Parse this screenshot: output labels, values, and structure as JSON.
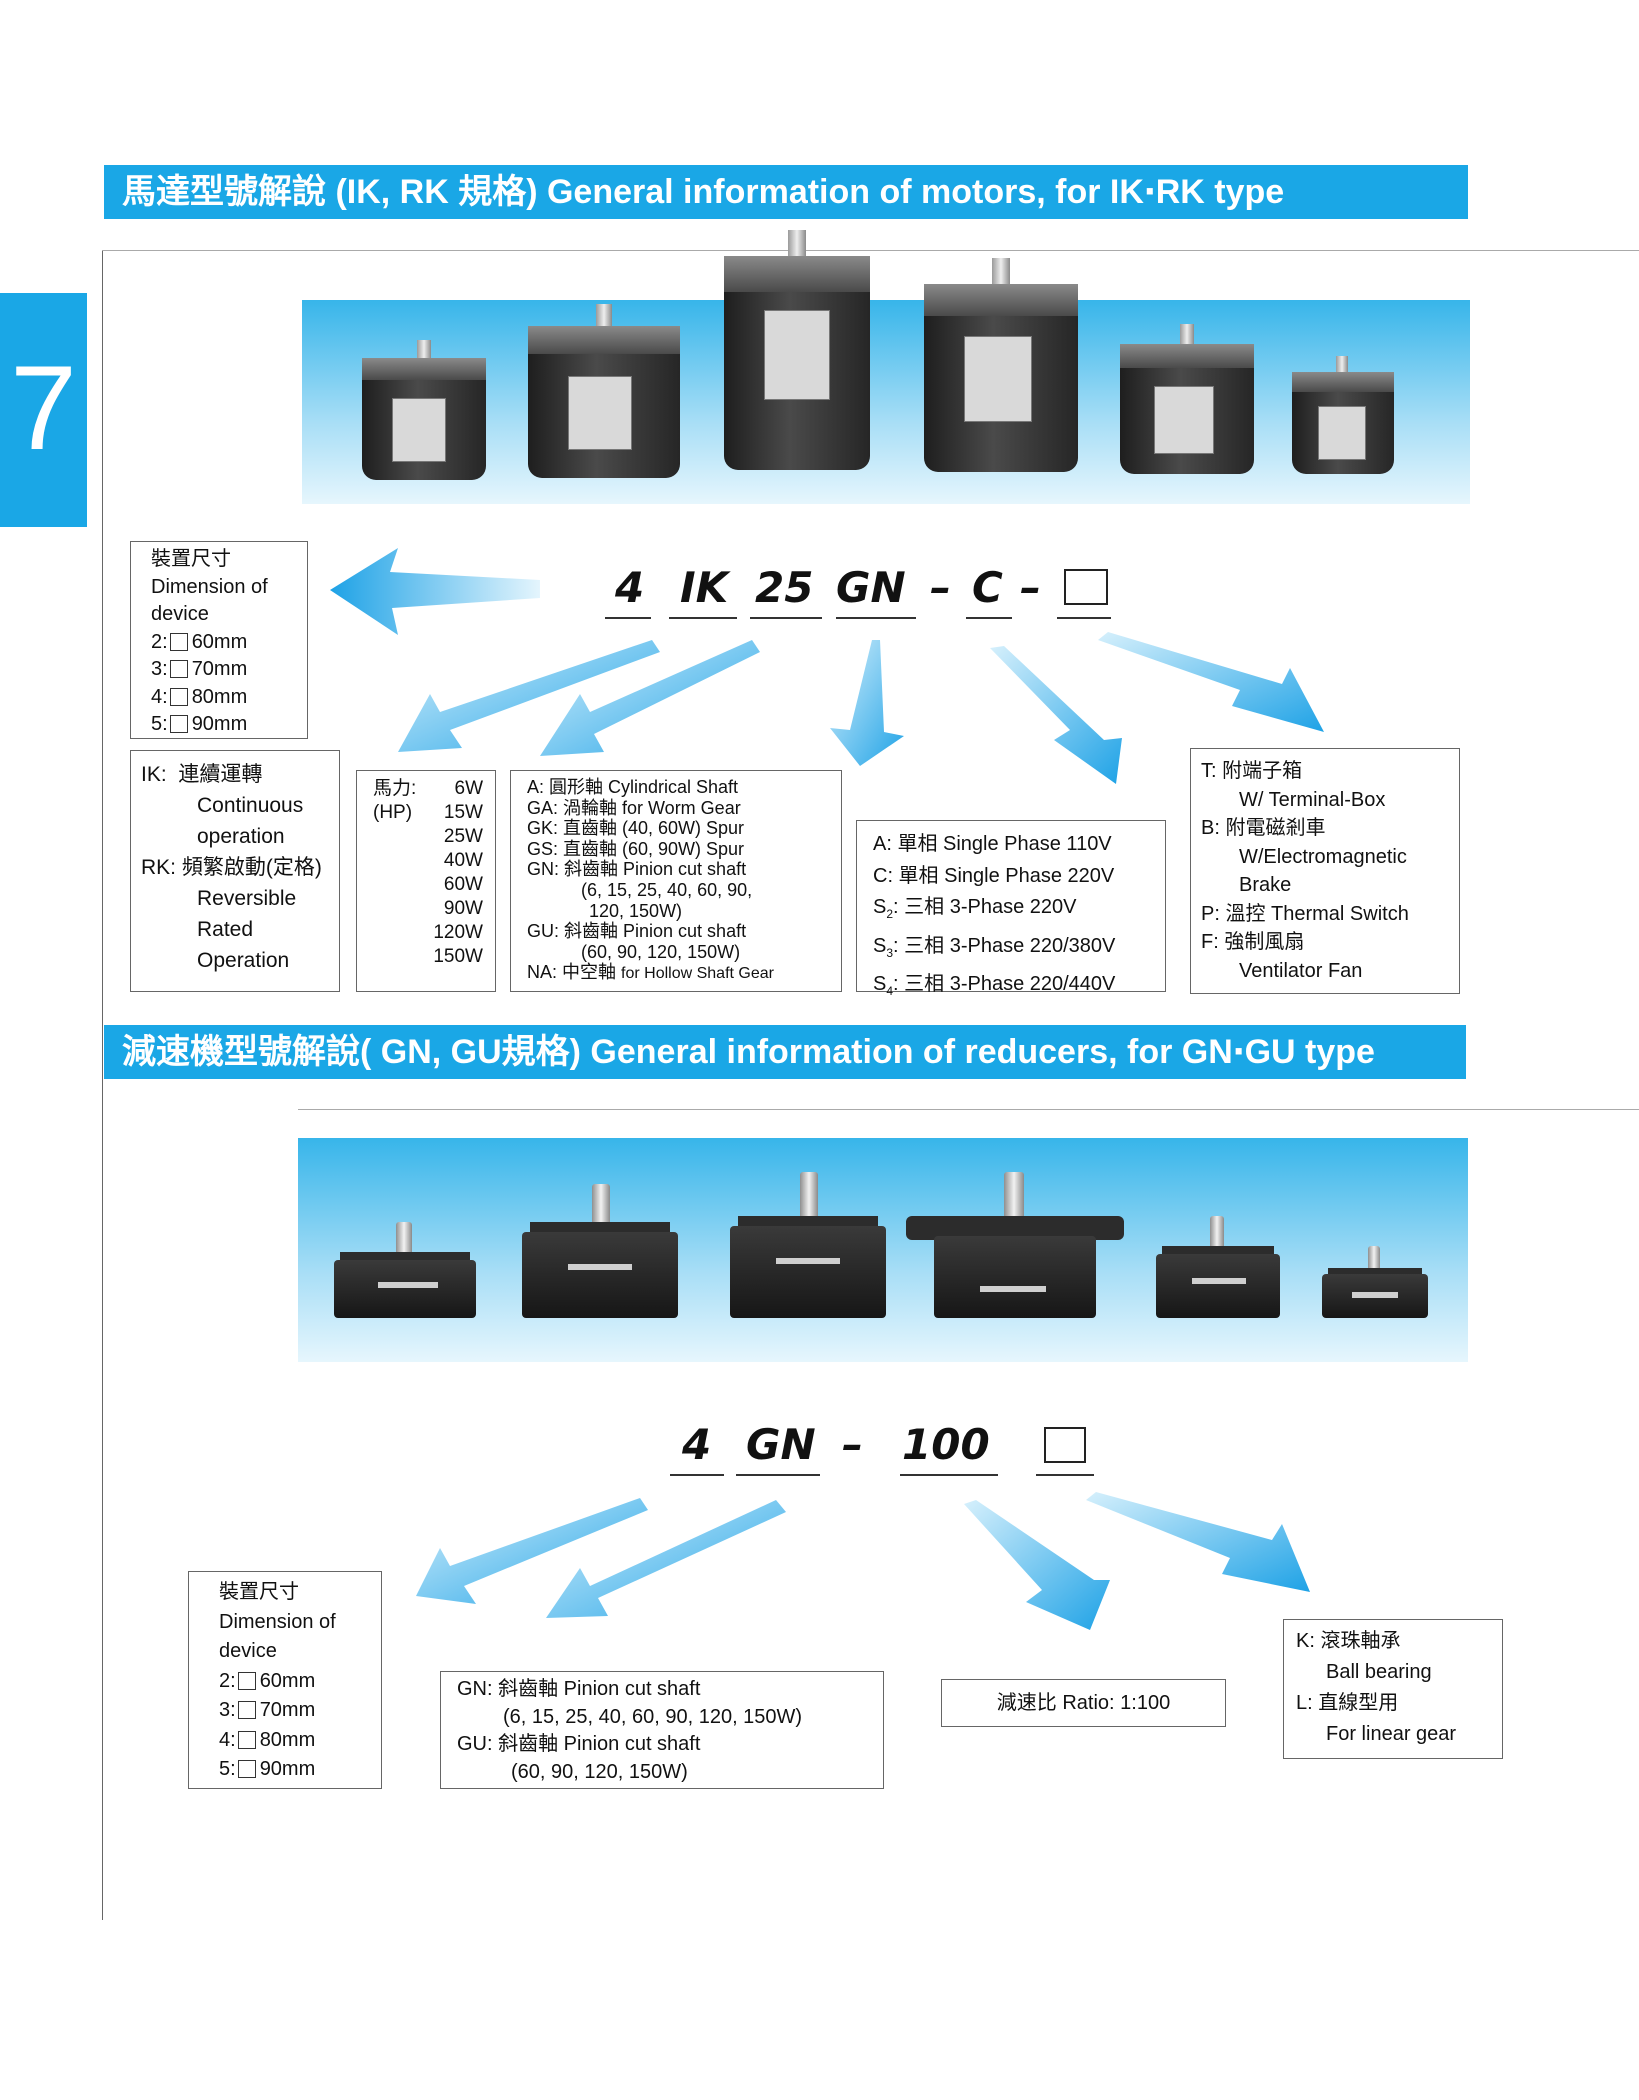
{
  "page": {
    "chapter_number": "7"
  },
  "motors_section": {
    "banner_title": "馬達型號解說 (IK, RK 規格) General information of motors,  for IK‧RK type",
    "model_code": {
      "part1": "4",
      "part2": "IK",
      "part3": "25",
      "part4": "GN",
      "dash1": "–",
      "part5": "C",
      "dash2": "–"
    },
    "dimension_box": {
      "title_cn": "裝置尺寸",
      "title_en_1": "Dimension of",
      "title_en_2": "device",
      "items": [
        {
          "key": "2:",
          "value": "60mm"
        },
        {
          "key": "3:",
          "value": "70mm"
        },
        {
          "key": "4:",
          "value": "80mm"
        },
        {
          "key": "5:",
          "value": "90mm"
        }
      ]
    },
    "type_box": {
      "ik_key": "IK:",
      "ik_cn": "連續運轉",
      "ik_en_1": "Continuous",
      "ik_en_2": "operation",
      "rk_key": "RK:",
      "rk_cn": "頻繁啟動(定格)",
      "rk_en_1": "Reversible",
      "rk_en_2": "Rated",
      "rk_en_3": "Operation"
    },
    "power_box": {
      "label_cn": "馬力:",
      "label_hp": "(HP)",
      "values": [
        "6W",
        "15W",
        "25W",
        "40W",
        "60W",
        "90W",
        "120W",
        "150W"
      ]
    },
    "shaft_box": {
      "lines": [
        "A: 圓形軸 Cylindrical Shaft",
        "GA: 渦輪軸 for Worm Gear",
        "GK: 直齒軸 (40, 60W) Spur",
        "GS: 直齒軸 (60, 90W) Spur",
        "GN: 斜齒軸 Pinion cut shaft",
        "(6, 15, 25, 40, 60, 90,",
        "120, 150W)",
        "GU: 斜齒軸 Pinion cut shaft",
        "(60, 90, 120, 150W)"
      ],
      "na_prefix": "NA: 中空軸",
      "na_suffix": "for Hollow Shaft Gear"
    },
    "voltage_box": {
      "a": "A: 單相 Single Phase 110V",
      "c": "C: 單相 Single Phase 220V",
      "s2_key": "S",
      "s2_sub": "2",
      "s2_text": ":  三相 3-Phase 220V",
      "s3_key": "S",
      "s3_sub": "3",
      "s3_text": ": 三相 3-Phase 220/380V",
      "s4_key": "S",
      "s4_sub": "4",
      "s4_text": ": 三相 3-Phase 220/440V"
    },
    "option_box": {
      "t": "T: 附端子箱",
      "t_en": "W/ Terminal-Box",
      "b": "B: 附電磁剎車",
      "b_en_1": "W/Electromagnetic",
      "b_en_2": "Brake",
      "p": "P: 溫控 Thermal Switch",
      "f": "F: 強制風扇",
      "f_en": "Ventilator Fan"
    }
  },
  "reducers_section": {
    "banner_title": "減速機型號解說( GN, GU規格) General information of reducers, for GN‧GU type",
    "model_code": {
      "part1": "4",
      "part2": "GN",
      "dash1": "–",
      "part3": "100"
    },
    "dimension_box": {
      "title_cn": "裝置尺寸",
      "title_en_1": "Dimension of",
      "title_en_2": "device",
      "items": [
        {
          "key": "2:",
          "value": "60mm"
        },
        {
          "key": "3:",
          "value": "70mm"
        },
        {
          "key": "4:",
          "value": "80mm"
        },
        {
          "key": "5:",
          "value": "90mm"
        }
      ]
    },
    "shaft_box": {
      "gn": "GN: 斜齒軸 Pinion cut shaft",
      "gn_watts": "(6, 15, 25, 40, 60, 90, 120, 150W)",
      "gu": "GU: 斜齒軸 Pinion cut shaft",
      "gu_watts": "(60, 90, 120, 150W)"
    },
    "ratio_box": {
      "text": "減速比 Ratio: 1:100"
    },
    "bearing_box": {
      "k": "K: 滾珠軸承",
      "k_en": "Ball bearing",
      "l": "L: 直線型用",
      "l_en": "For linear gear"
    }
  },
  "colors": {
    "accent_blue": "#1aa7e6",
    "arrow_blue": "#29aaea"
  },
  "icons": [
    "arrow-icon",
    "checkbox-square-icon"
  ]
}
